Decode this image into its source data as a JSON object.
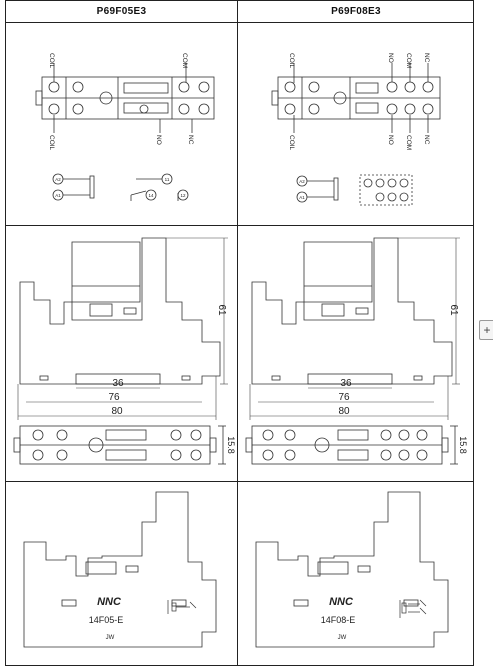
{
  "headers": {
    "left": "P69F05E3",
    "right": "P69F08E3"
  },
  "wiring": {
    "left": {
      "coil_top": "COIL",
      "com_top": "COM",
      "coil_bottom": "COIL",
      "no_bottom": "NO",
      "nc_bottom": "NC",
      "sch_a2": "A2",
      "sch_a1": "A1",
      "sch_11": "11",
      "sch_14": "14",
      "sch_12": "12"
    },
    "right": {
      "coil_top": "COIL",
      "no_top": "NO",
      "com_top": "COM",
      "nc_top": "NC",
      "coil_bottom": "COIL",
      "no_bottom": "NO",
      "com_bottom": "COM",
      "nc_bottom": "NC",
      "sch_a2": "A2",
      "sch_a1": "A1"
    }
  },
  "dimensions": {
    "left": {
      "height": "61",
      "inner": "36",
      "mid": "76",
      "outer": "80",
      "depth": "15.8"
    },
    "right": {
      "height": "61",
      "inner": "36",
      "mid": "76",
      "outer": "80",
      "depth": "15.8"
    }
  },
  "labels": {
    "left": {
      "brand": "NNC",
      "model": "14F05-E",
      "maker": "JW"
    },
    "right": {
      "brand": "NNC",
      "model": "14F08-E",
      "maker": "JW"
    }
  },
  "side_button": "+"
}
